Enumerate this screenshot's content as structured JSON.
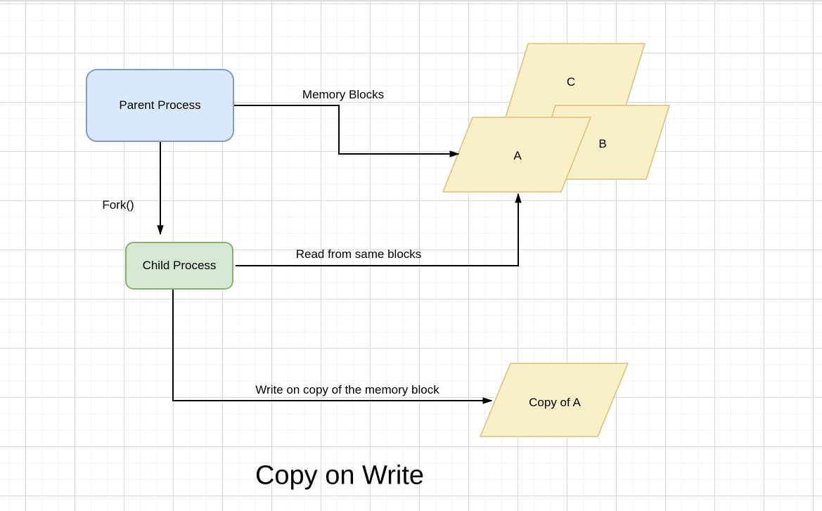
{
  "diagram": {
    "title": "Copy on Write",
    "nodes": {
      "parent_process": {
        "label": "Parent Process"
      },
      "child_process": {
        "label": "Child Process"
      },
      "memory_block_a": {
        "label": "A"
      },
      "memory_block_b": {
        "label": "B"
      },
      "memory_block_c": {
        "label": "C"
      },
      "copy_of_a": {
        "label": "Copy of A"
      }
    },
    "edges": {
      "parent_to_blocks": {
        "label": "Memory Blocks"
      },
      "parent_to_child": {
        "label": "Fork()"
      },
      "child_read": {
        "label": "Read from same blocks"
      },
      "child_write": {
        "label": "Write on copy of the memory block"
      }
    },
    "colors": {
      "parent_fill": "#dae8fc",
      "parent_stroke": "#7e9cc8",
      "child_fill": "#d5e8d4",
      "child_stroke": "#82b366",
      "block_fill": "#faf0c8",
      "block_stroke": "#d9c077",
      "connector": "#000000",
      "grid_major": "#d9d9d9",
      "grid_minor": "#f3f1f1"
    }
  }
}
